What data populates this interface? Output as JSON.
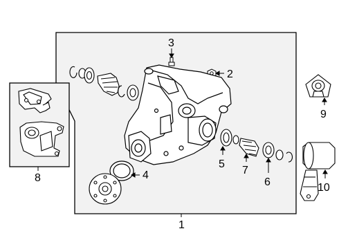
{
  "callouts": {
    "c1": "1",
    "c2": "2",
    "c3": "3",
    "c4": "4",
    "c5": "5",
    "c6": "6",
    "c7": "7",
    "c8": "8",
    "c9": "9",
    "c10": "10"
  },
  "colors": {
    "frame_fill": "#f2f2f2",
    "line": "#000000",
    "background": "#ffffff"
  }
}
